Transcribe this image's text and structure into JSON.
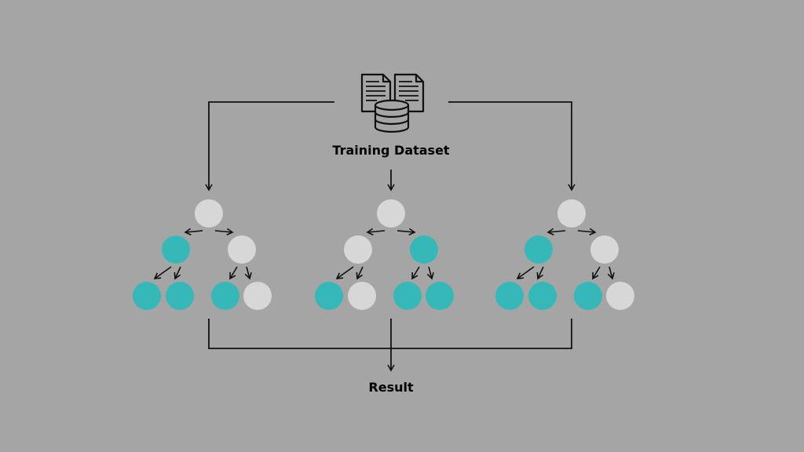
{
  "dataset_label": "Training Dataset",
  "result_label": "Result",
  "colors": {
    "background": "#a5a5a5",
    "line": "#111111",
    "node_teal": "#36b8b8",
    "node_gray": "#d7d7d7"
  },
  "icons": {
    "source": "documents-database-icon"
  },
  "trees": [
    {
      "name": "tree-1",
      "nodes": [
        "gray",
        "teal",
        "gray",
        "teal",
        "teal",
        "teal",
        "gray"
      ]
    },
    {
      "name": "tree-2",
      "nodes": [
        "gray",
        "gray",
        "teal",
        "teal",
        "gray",
        "teal",
        "teal"
      ]
    },
    {
      "name": "tree-3",
      "nodes": [
        "gray",
        "teal",
        "gray",
        "teal",
        "teal",
        "teal",
        "gray"
      ]
    }
  ]
}
